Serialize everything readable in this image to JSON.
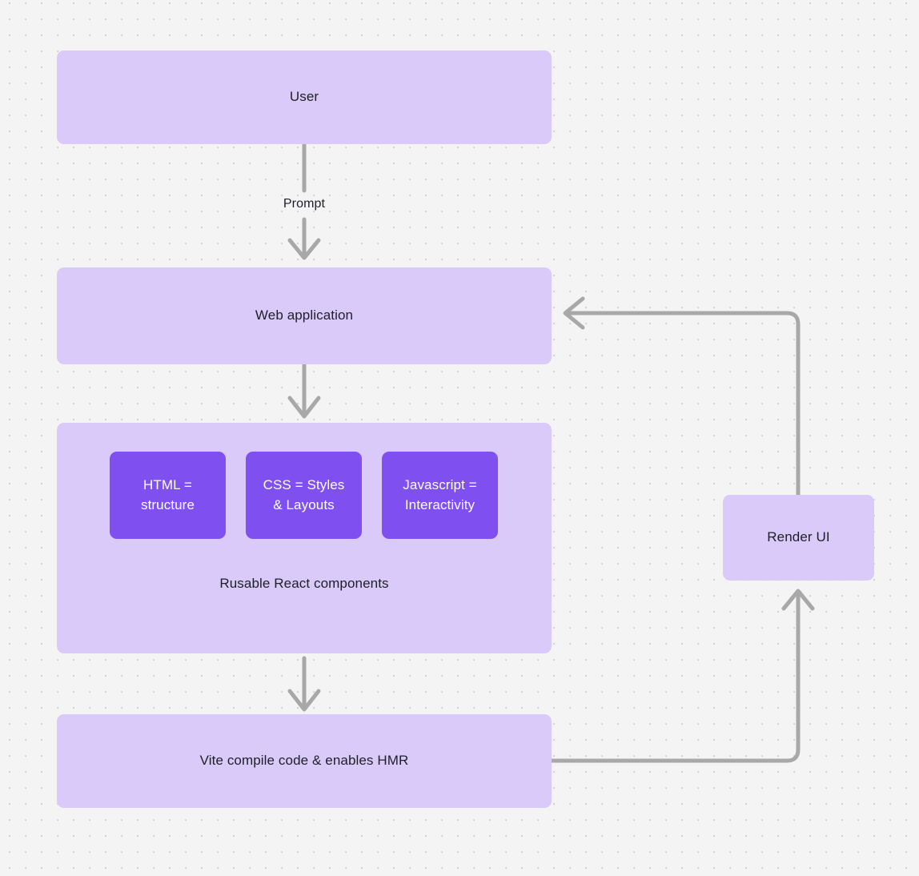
{
  "diagram": {
    "background_color": "#f4f4f4",
    "dot_color": "#cfcfcf",
    "node_fill": "#d9caf9",
    "node_accent_fill": "#7f4ff0",
    "edge_color": "#a8a8a8",
    "text_color": "#1f1f29"
  },
  "nodes": {
    "user": {
      "label": "User"
    },
    "web_application": {
      "label": "Web application"
    },
    "components_group": {
      "label": "Rusable React components"
    },
    "html": {
      "label": "HTML =\nstructure"
    },
    "css": {
      "label": "CSS = Styles\n& Layouts"
    },
    "javascript": {
      "label": "Javascript =\nInteractivity"
    },
    "vite": {
      "label": "Vite compile code & enables HMR"
    },
    "render_ui": {
      "label": "Render UI"
    }
  },
  "edges": {
    "prompt": {
      "label": "Prompt"
    }
  }
}
